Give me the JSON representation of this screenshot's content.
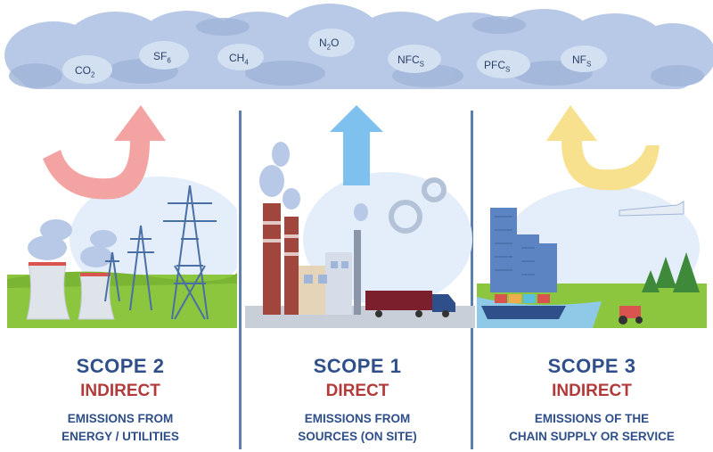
{
  "gases": [
    {
      "base": "CO",
      "sub": "2"
    },
    {
      "base": "SF",
      "sub": "6"
    },
    {
      "base": "CH",
      "sub": "4"
    },
    {
      "base": "N",
      "sub": "2",
      "tail": "O"
    },
    {
      "base": "NFC",
      "sub": "S"
    },
    {
      "base": "PFC",
      "sub": "S"
    },
    {
      "base": "NF",
      "sub": "S"
    }
  ],
  "scopes": [
    {
      "title": "SCOPE 2",
      "kind": "INDIRECT",
      "desc1": "EMISSIONS FROM",
      "desc2": "ENERGY / UTILITIES",
      "arrow_color": "#f4a3a3"
    },
    {
      "title": "SCOPE 1",
      "kind": "DIRECT",
      "desc1": "EMISSIONS FROM",
      "desc2": "SOURCES (ON SITE)",
      "arrow_color": "#7ec0ee"
    },
    {
      "title": "SCOPE 3",
      "kind": "INDIRECT",
      "desc1": "EMISSIONS OF THE",
      "desc2": "CHAIN SUPPLY OR SERVICE",
      "arrow_color": "#f7e08e"
    }
  ],
  "colors": {
    "cloud": "#b7c9e6",
    "cloud_dark": "#9fb5d9",
    "divider": "#5d7fae",
    "title": "#2f4f8a",
    "kind": "#b23a3a",
    "grass": "#8cc63f",
    "sky": "#e3eefa"
  }
}
